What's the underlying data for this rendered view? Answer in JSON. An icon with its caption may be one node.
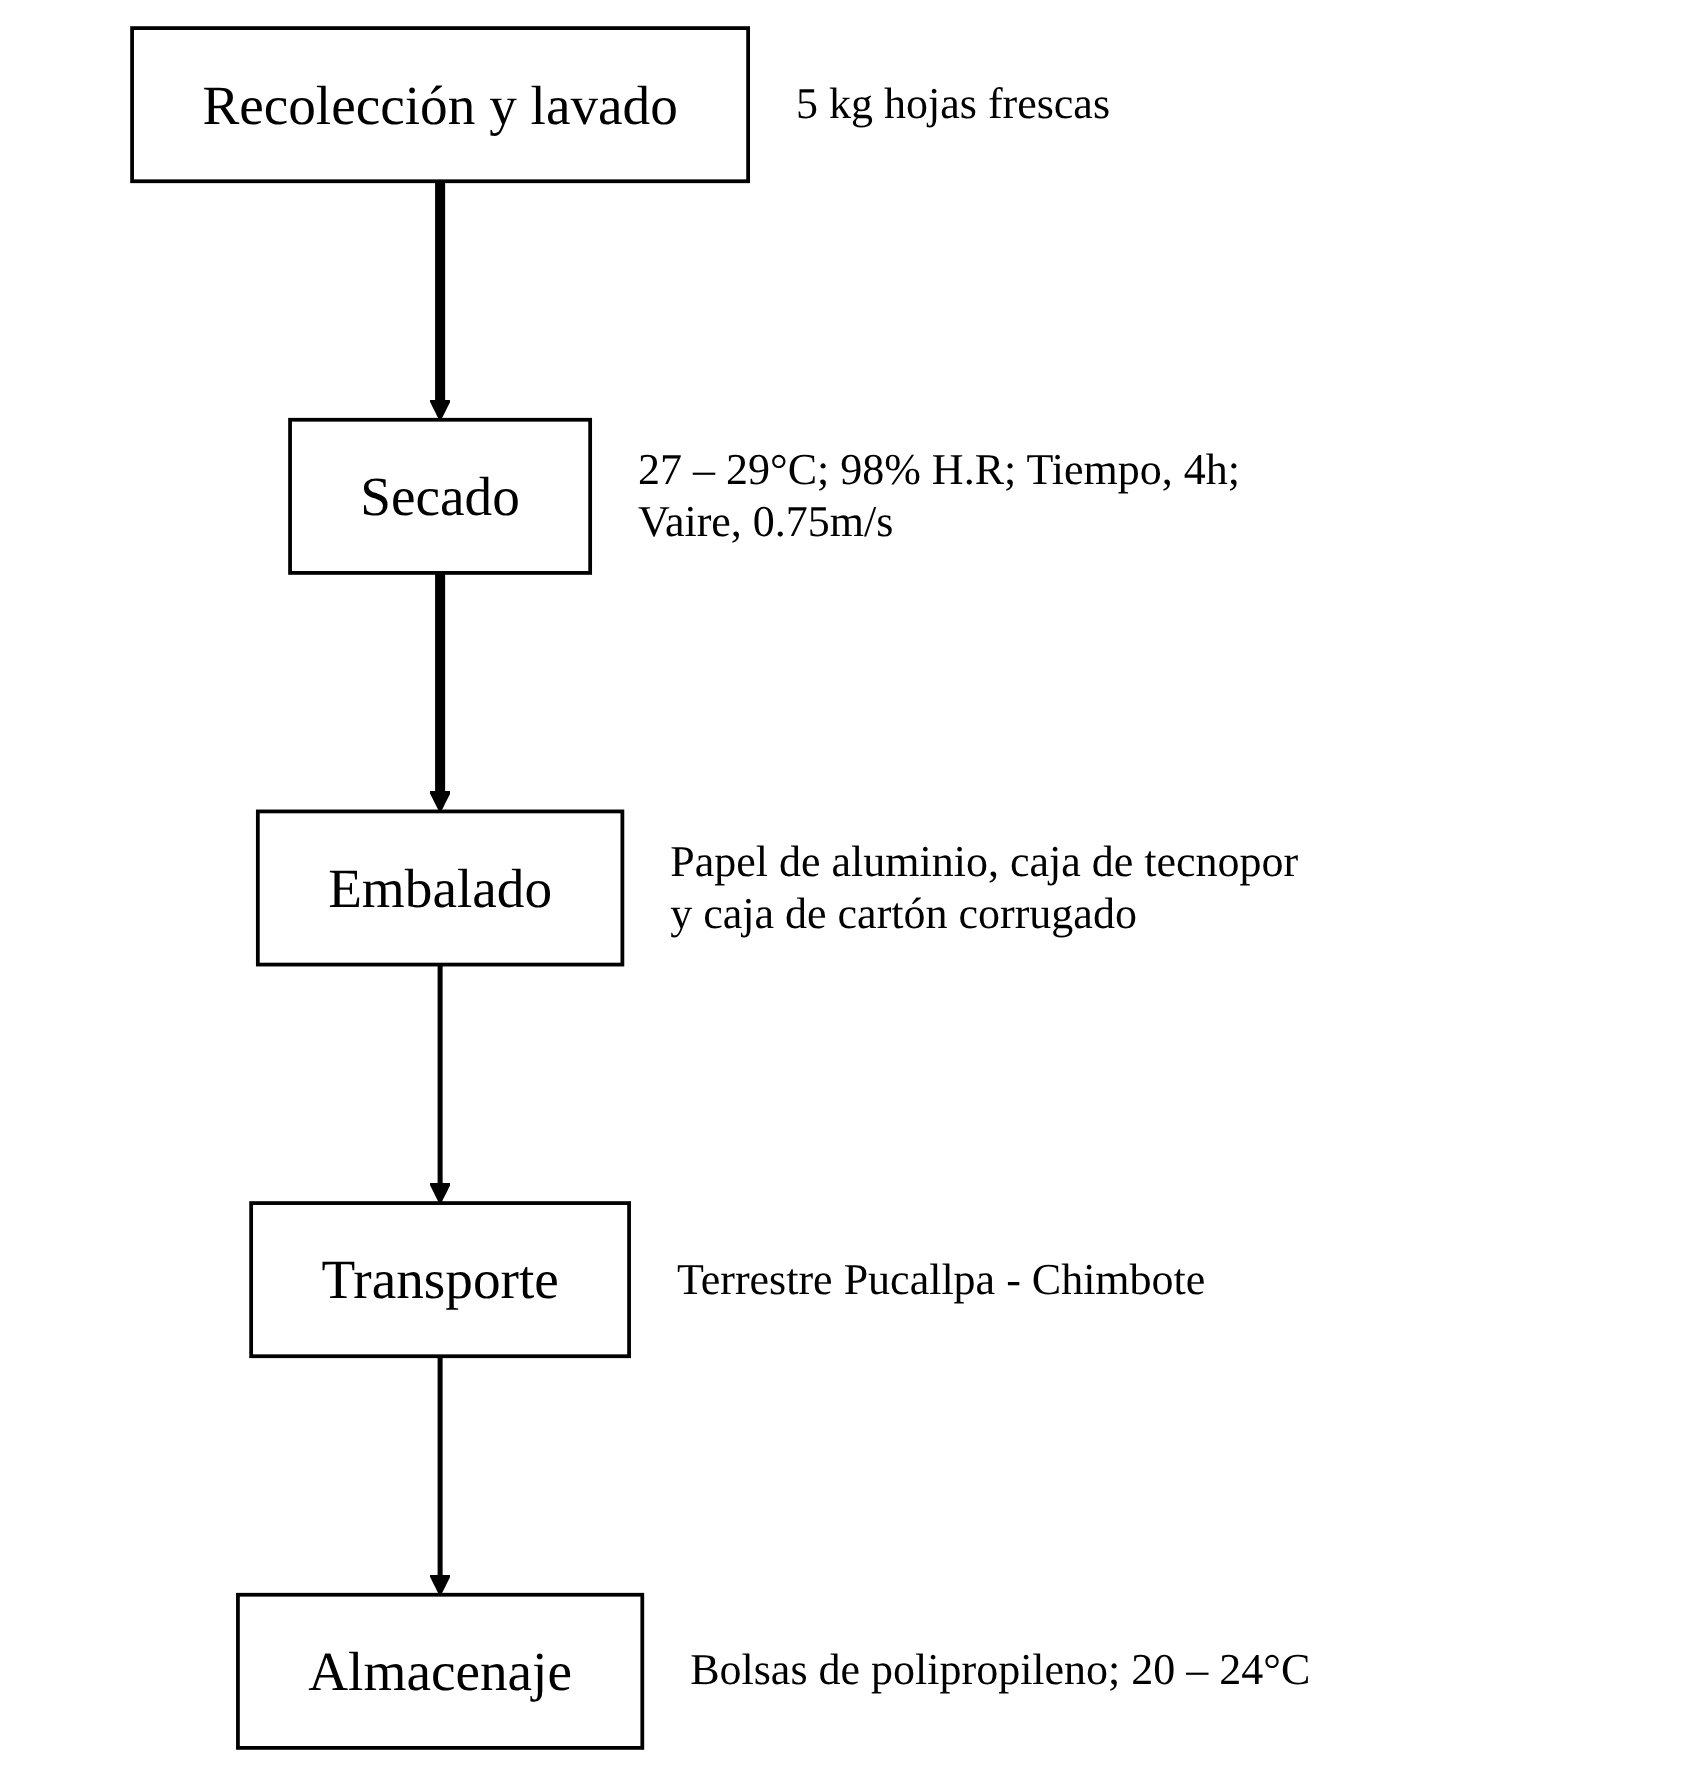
{
  "diagram": {
    "nodes": [
      {
        "text": [
          "Recolección y lavado"
        ],
        "beside": [
          "5 kg hojas frescas"
        ]
      },
      {
        "text": [
          "Secado"
        ],
        "beside": [
          "27 – 29°C; 98% H.R; Tiempo, 4h; Vaire, 0.75m/s"
        ]
      },
      {
        "text": [
          "Embalado"
        ],
        "beside": [
          "Papel de aluminio, caja de tecnopor y caja de cartón corrugado"
        ]
      },
      {
        "text": [
          "Transporte"
        ],
        "beside": [
          "Terrestre Pucallpa - Chimbote"
        ]
      },
      {
        "text": [
          "Almacenaje"
        ],
        "beside": [
          "Bolsas de polipropileno; 20 – 24°C"
        ]
      }
    ],
    "edges": [
      {
        "from": 0,
        "to": 1,
        "arrow": "to",
        "style": "thick"
      },
      {
        "from": 1,
        "to": 2,
        "arrow": "to",
        "style": "thick"
      },
      {
        "from": 2,
        "to": 3,
        "arrow": "to"
      },
      {
        "from": 3,
        "to": 4,
        "arrow": "to"
      }
    ]
  }
}
